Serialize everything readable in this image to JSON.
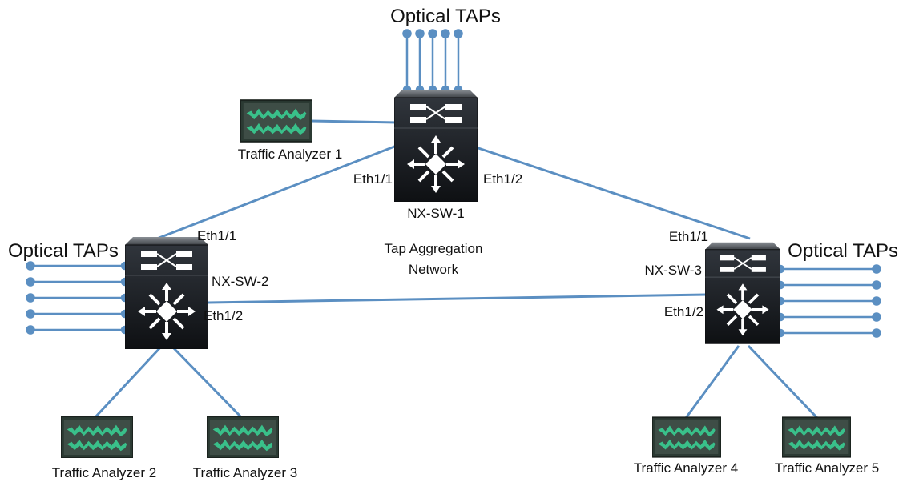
{
  "title_top": "Optical TAPs",
  "title_left": "Optical TAPs",
  "title_right": "Optical TAPs",
  "center_label": {
    "line1": "Tap Aggregation",
    "line2": "Network"
  },
  "switches": {
    "sw1": {
      "name": "NX-SW-1",
      "port_a": "Eth1/1",
      "port_b": "Eth1/2"
    },
    "sw2": {
      "name": "NX-SW-2",
      "port_a": "Eth1/1",
      "port_b": "Eth1/2"
    },
    "sw3": {
      "name": "NX-SW-3",
      "port_a": "Eth1/1",
      "port_b": "Eth1/2"
    }
  },
  "analyzers": {
    "a1": "Traffic Analyzer 1",
    "a2": "Traffic Analyzer 2",
    "a3": "Traffic Analyzer 3",
    "a4": "Traffic Analyzer 4",
    "a5": "Traffic Analyzer 5"
  },
  "colors": {
    "link": "#5b8fc2",
    "tap_dot": "#5b8fc2",
    "switch_body": "#1f2329",
    "switch_top": "#555a60",
    "analyzer_body": "#2b3a33",
    "analyzer_wave": "#39c08a"
  },
  "icons": {
    "switch": "nexus-switch-icon",
    "analyzer": "traffic-analyzer-icon",
    "tap": "optical-tap-icon"
  }
}
